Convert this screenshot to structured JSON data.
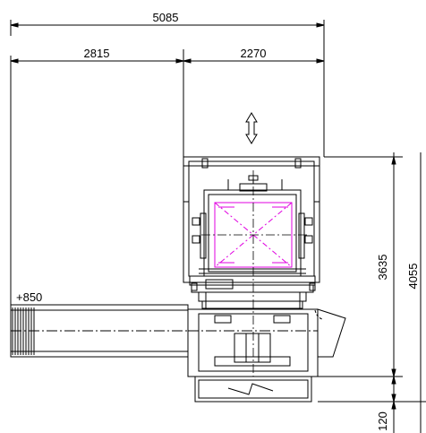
{
  "dimensions": {
    "overall_width": "5085",
    "left_width": "2815",
    "right_width": "2270",
    "height_upper": "3635",
    "height_total": "4055",
    "height_base": "120"
  },
  "annotations": {
    "conveyor_elevation": "+850"
  },
  "colors": {
    "line": "#000000",
    "highlight": "#e000e0"
  },
  "icons": {
    "direction_arrow": "double-vertical-arrow-icon"
  }
}
